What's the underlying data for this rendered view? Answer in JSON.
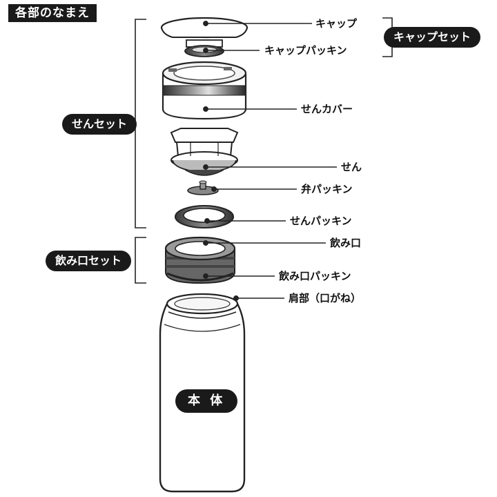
{
  "title": "各部のなまえ",
  "labels": {
    "cap": "キャップ",
    "cap_packing": "キャップパッキン",
    "sen_cover": "せんカバー",
    "sen": "せん",
    "ben_packing": "弁パッキン",
    "sen_packing": "せんパッキン",
    "nomikuchi": "飲み口",
    "nomikuchi_packing": "飲み口パッキン",
    "katabu": "肩部（口がね）"
  },
  "groups": {
    "cap_set": "キャップセット",
    "sen_set": "せんセット",
    "nomikuchi_set": "飲み口セット",
    "body": "本 体"
  },
  "colors": {
    "ink": "#1a1a1a",
    "metal": "#555555",
    "gray": "#bdbdbd"
  }
}
